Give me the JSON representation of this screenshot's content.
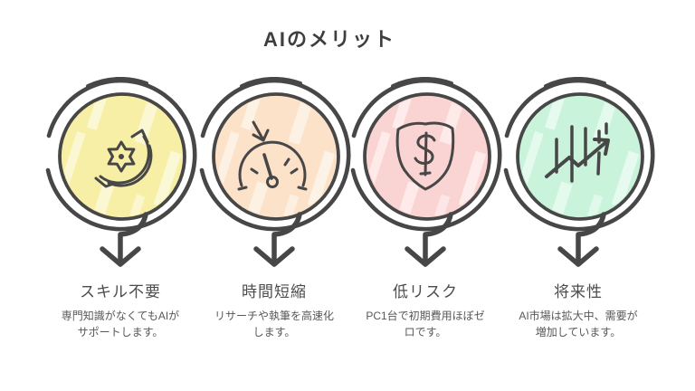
{
  "title": "AIのメリット",
  "colors": {
    "stroke": "#474747",
    "title_text": "#3e3e3e",
    "heading_text": "#4c4c4c",
    "desc_text": "#585858",
    "background": "#ffffff"
  },
  "items": [
    {
      "title": "スキル不要",
      "description": "専門知識がなくてもAIがサポートします。",
      "icon": "sync-gear-icon",
      "color": "#f7efa5"
    },
    {
      "title": "時間短縮",
      "description": "リサーチや執筆を高速化します。",
      "icon": "speedometer-icon",
      "color": "#fbe2c8"
    },
    {
      "title": "低リスク",
      "description": "PC1台で初期費用ほぼゼロです。",
      "icon": "shield-dollar-icon",
      "color": "#fad4d2"
    },
    {
      "title": "将来性",
      "description": "AI市場は拡大中、需要が増加しています。",
      "icon": "growth-chart-icon",
      "color": "#c9f4db"
    }
  ]
}
